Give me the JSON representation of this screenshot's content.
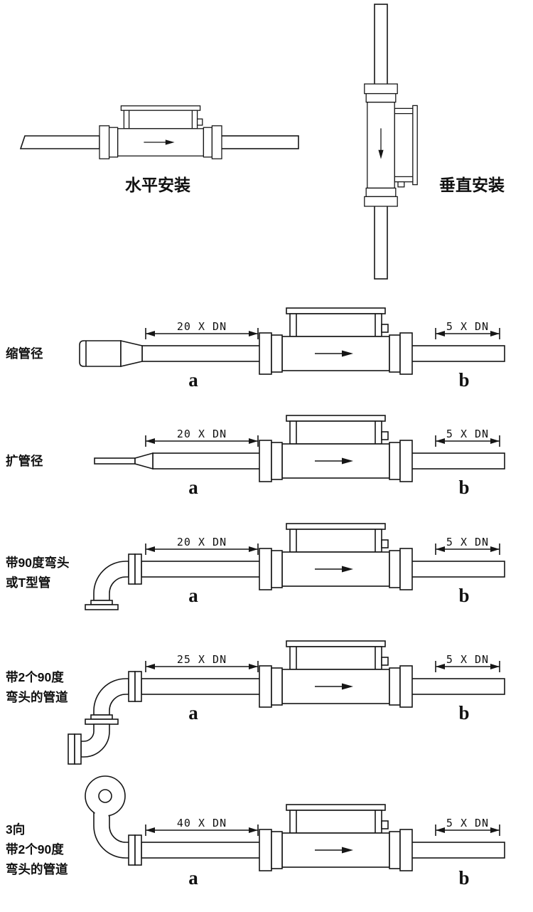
{
  "colors": {
    "line": "#161616",
    "background": "#ffffff"
  },
  "installations": {
    "horizontal_label": "水平安装",
    "vertical_label": "垂直安装"
  },
  "rows": [
    {
      "name": "reduced-pipe-diameter",
      "label_lines": [
        "缩管径"
      ],
      "upstream_dim": "20 X DN",
      "downstream_dim": "5 X DN",
      "point_a": "a",
      "point_b": "b"
    },
    {
      "name": "expanded-pipe-diameter",
      "label_lines": [
        "扩管径"
      ],
      "upstream_dim": "20 X DN",
      "downstream_dim": "5 X DN",
      "point_a": "a",
      "point_b": "b"
    },
    {
      "name": "with-90-degree-elbow-or-tee",
      "label_lines": [
        "带90度弯头",
        "或T型管"
      ],
      "upstream_dim": "20 X DN",
      "downstream_dim": "5 X DN",
      "point_a": "a",
      "point_b": "b"
    },
    {
      "name": "pipe-with-two-90-degree-elbows",
      "label_lines": [
        "带2个90度",
        "弯头的管道"
      ],
      "upstream_dim": "25 X DN",
      "downstream_dim": "5 X DN",
      "point_a": "a",
      "point_b": "b"
    },
    {
      "name": "three-way-pipe-with-two-90-degree-elbows",
      "label_lines": [
        "3向",
        "带2个90度",
        "弯头的管道"
      ],
      "upstream_dim": "40 X DN",
      "downstream_dim": "5 X DN",
      "point_a": "a",
      "point_b": "b"
    }
  ]
}
